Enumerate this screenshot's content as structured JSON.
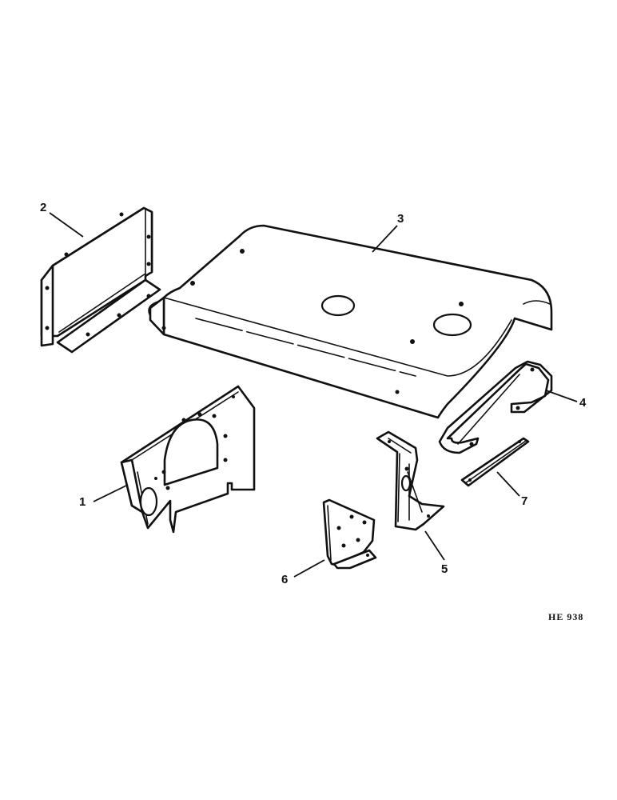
{
  "callouts": {
    "c1": "1",
    "c2": "2",
    "c3": "3",
    "c4": "4",
    "c5": "5",
    "c6": "6",
    "c7": "7"
  },
  "drawing_id": "HE 938"
}
